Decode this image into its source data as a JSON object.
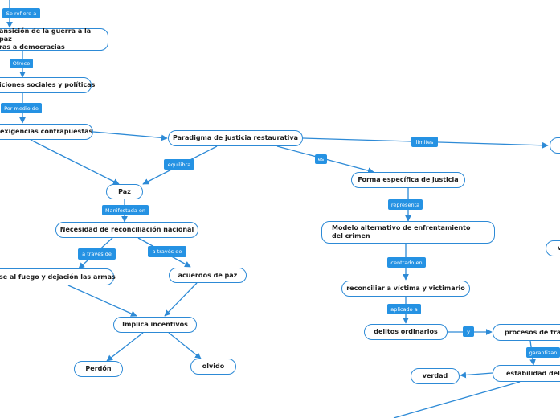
{
  "nodes": {
    "transicion": "ansición de la guerra a la paz\nras a democracias",
    "relaciones": "iciones sociales y políticas",
    "exigencias": "exigencias contrapuestas",
    "paradigma": "Paradigma de justicia restaurativa",
    "paz": "Paz",
    "forma": "Forma específica de justicia",
    "necesidad": "Necesidad de reconciliación nacional",
    "modelo": "Modelo alternativo de enfrentamiento del crimen",
    "cese": "se al fuego y dejación las armas",
    "acuerdos": "acuerdos de paz",
    "reconciliar": "reconciliar a víctima y victimario",
    "implica": "Implica incentivos",
    "delitos": "delitos ordinarios",
    "procesos": "procesos de trans",
    "perdon": "Perdón",
    "olvido": "olvido",
    "verdad": "verdad",
    "estabilidad": "estabilidad del or",
    "right_v": "v"
  },
  "labels": {
    "se_refiere": "Se refiere a",
    "ofrece": "Ofrece",
    "por_medio": "Por medio de",
    "equilibra": "equilibra",
    "es": "es",
    "limites": "límites",
    "manifestada": "Manifestada en",
    "representa": "representa",
    "a_traves_1": "a través de",
    "a_traves_2": "a través de",
    "centrado": "centrado en",
    "aplicado": "aplicado a",
    "y": "y",
    "garantizan": "garantizan"
  },
  "colors": {
    "node_border": "#2d8ad6",
    "edge": "#2d8ad6",
    "label_bg": "#2592e3",
    "label_text": "#ffffff"
  }
}
